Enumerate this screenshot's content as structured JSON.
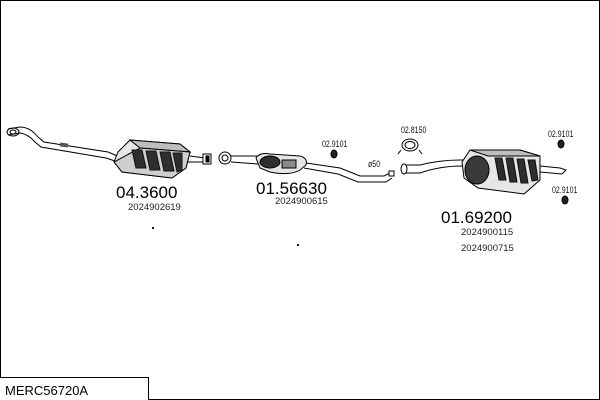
{
  "model_code": "MERC56720A",
  "parts": [
    {
      "number": "04.3600",
      "oem": [
        "2024902619"
      ]
    },
    {
      "number": "01.56630",
      "oem": [
        "2024900615"
      ]
    },
    {
      "number": "01.69200",
      "oem": [
        "2024900115",
        "2024900715"
      ]
    }
  ],
  "accessories": {
    "clamp_label": "02.8150",
    "hanger_label": "02.9101",
    "pipe_diameter": "ø50"
  },
  "icons": [
    "front-pipe-flange-icon",
    "catalytic-converter-icon",
    "middle-silencer-icon",
    "rear-silencer-icon",
    "rubber-hanger-icon",
    "pipe-clamp-icon"
  ]
}
